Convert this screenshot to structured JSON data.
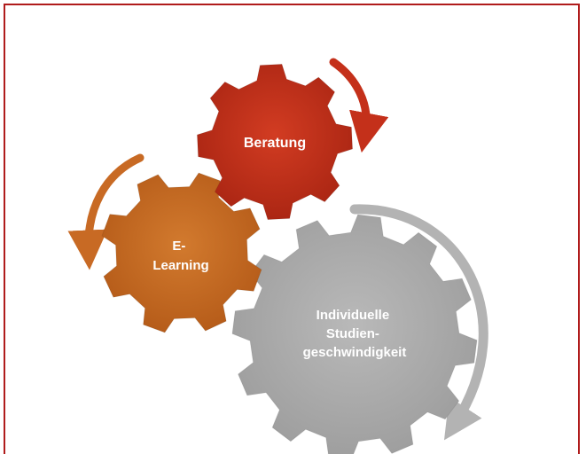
{
  "diagram": {
    "gears": [
      {
        "id": "beratung",
        "lines": [
          "Beratung"
        ],
        "color": "#c4301a"
      },
      {
        "id": "elearning",
        "lines": [
          "E-",
          "Learning"
        ],
        "color": "#c86a24"
      },
      {
        "id": "individuell",
        "lines": [
          "Individuelle",
          "Studien-",
          "geschwindigkeit"
        ],
        "color": "#a9a9a9"
      }
    ],
    "colors": {
      "frame": "#b01c1c",
      "arrow_red": "#c4301a",
      "arrow_orange": "#c86a24",
      "arrow_gray": "#b3b3b3"
    }
  }
}
